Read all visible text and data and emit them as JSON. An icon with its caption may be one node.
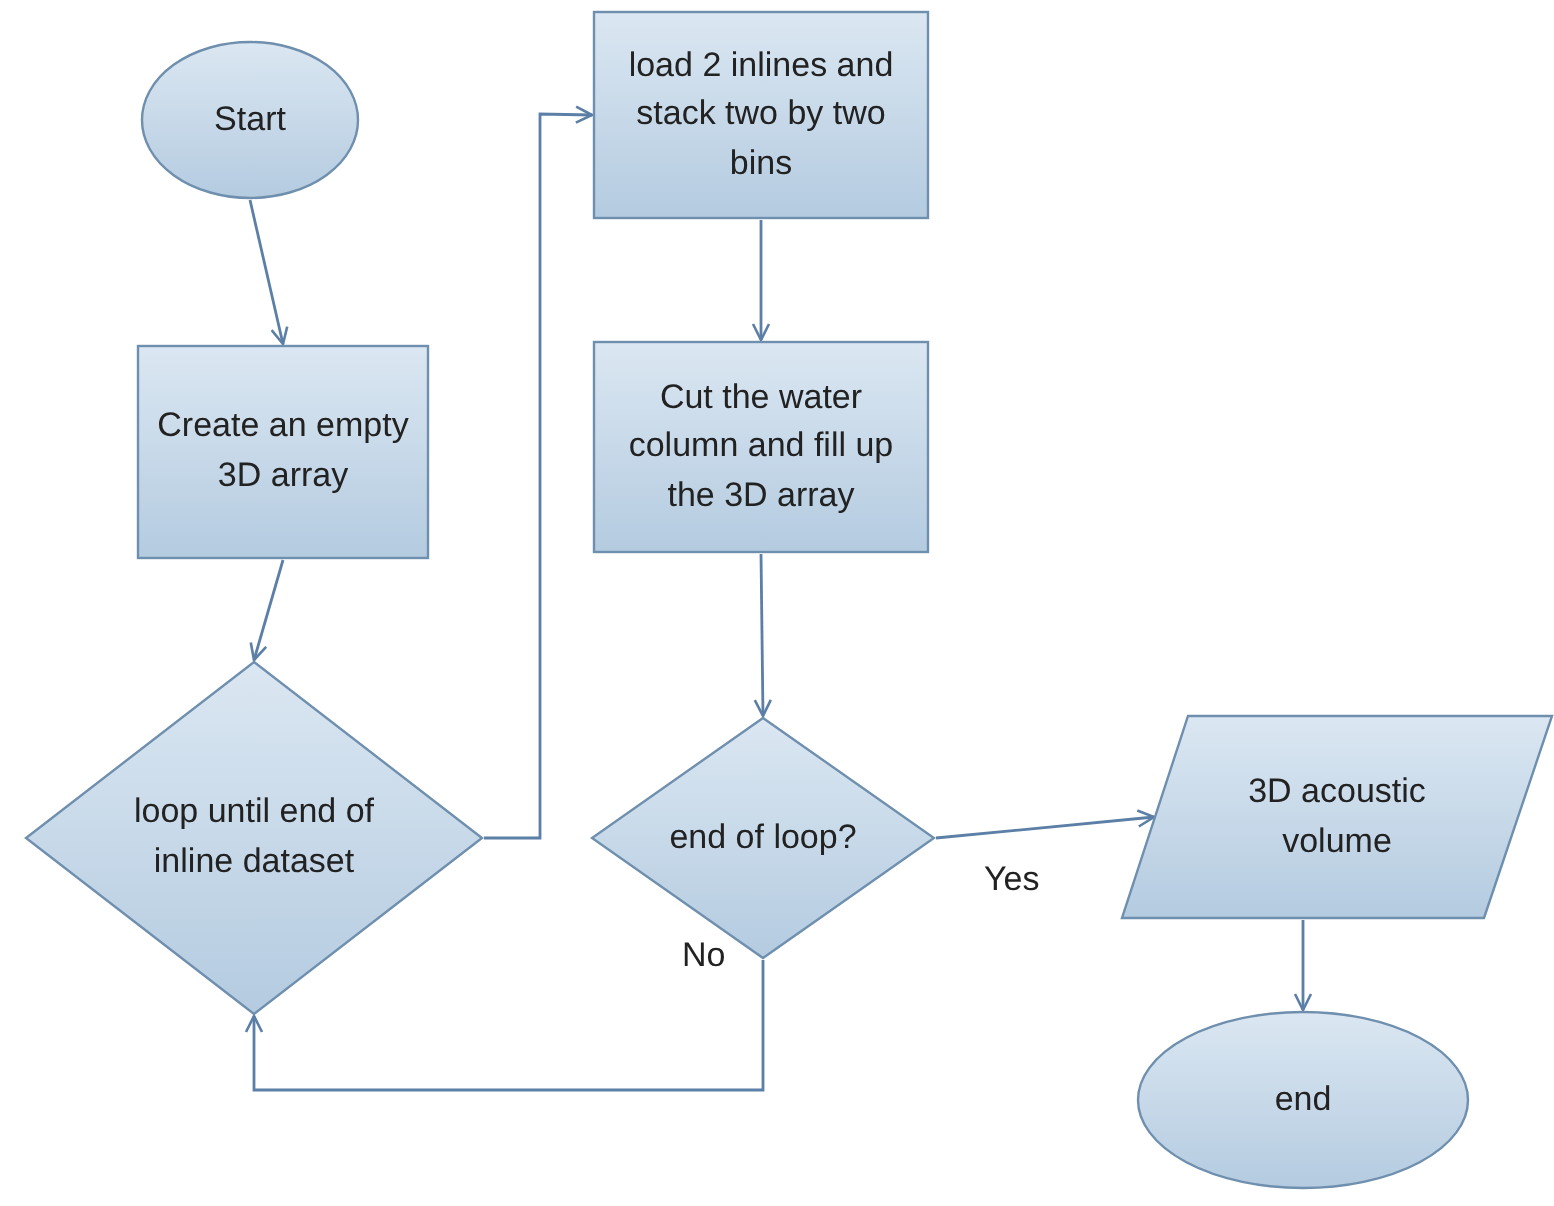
{
  "diagram": {
    "nodes": [
      {
        "text": [
          "Start"
        ]
      },
      {
        "text": [
          "Create an empty 3D array"
        ]
      },
      {
        "text": [
          "loop until end of inline dataset"
        ]
      },
      {
        "text": [
          "load 2 inlines and stack two by two bins"
        ]
      },
      {
        "text": [
          "Cut the water column and fill up the 3D array"
        ]
      },
      {
        "text": [
          "end of loop?"
        ]
      },
      {
        "text": [
          "3D acoustic volume"
        ]
      },
      {
        "text": [
          "end"
        ]
      }
    ],
    "edges": [
      {
        "from": 0,
        "to": 1,
        "arrow": "to"
      },
      {
        "from": 1,
        "to": 2,
        "arrow": "to"
      },
      {
        "from": 2,
        "to": 3,
        "arrow": "to"
      },
      {
        "from": 3,
        "to": 4,
        "arrow": "to"
      },
      {
        "from": 4,
        "to": 5,
        "arrow": "to"
      },
      {
        "from": 5,
        "to": 6,
        "arrow": "to",
        "label": "Yes"
      },
      {
        "from": 5,
        "to": 2,
        "arrow": "to",
        "label": "No"
      },
      {
        "from": 6,
        "to": 7,
        "arrow": "to"
      }
    ]
  }
}
